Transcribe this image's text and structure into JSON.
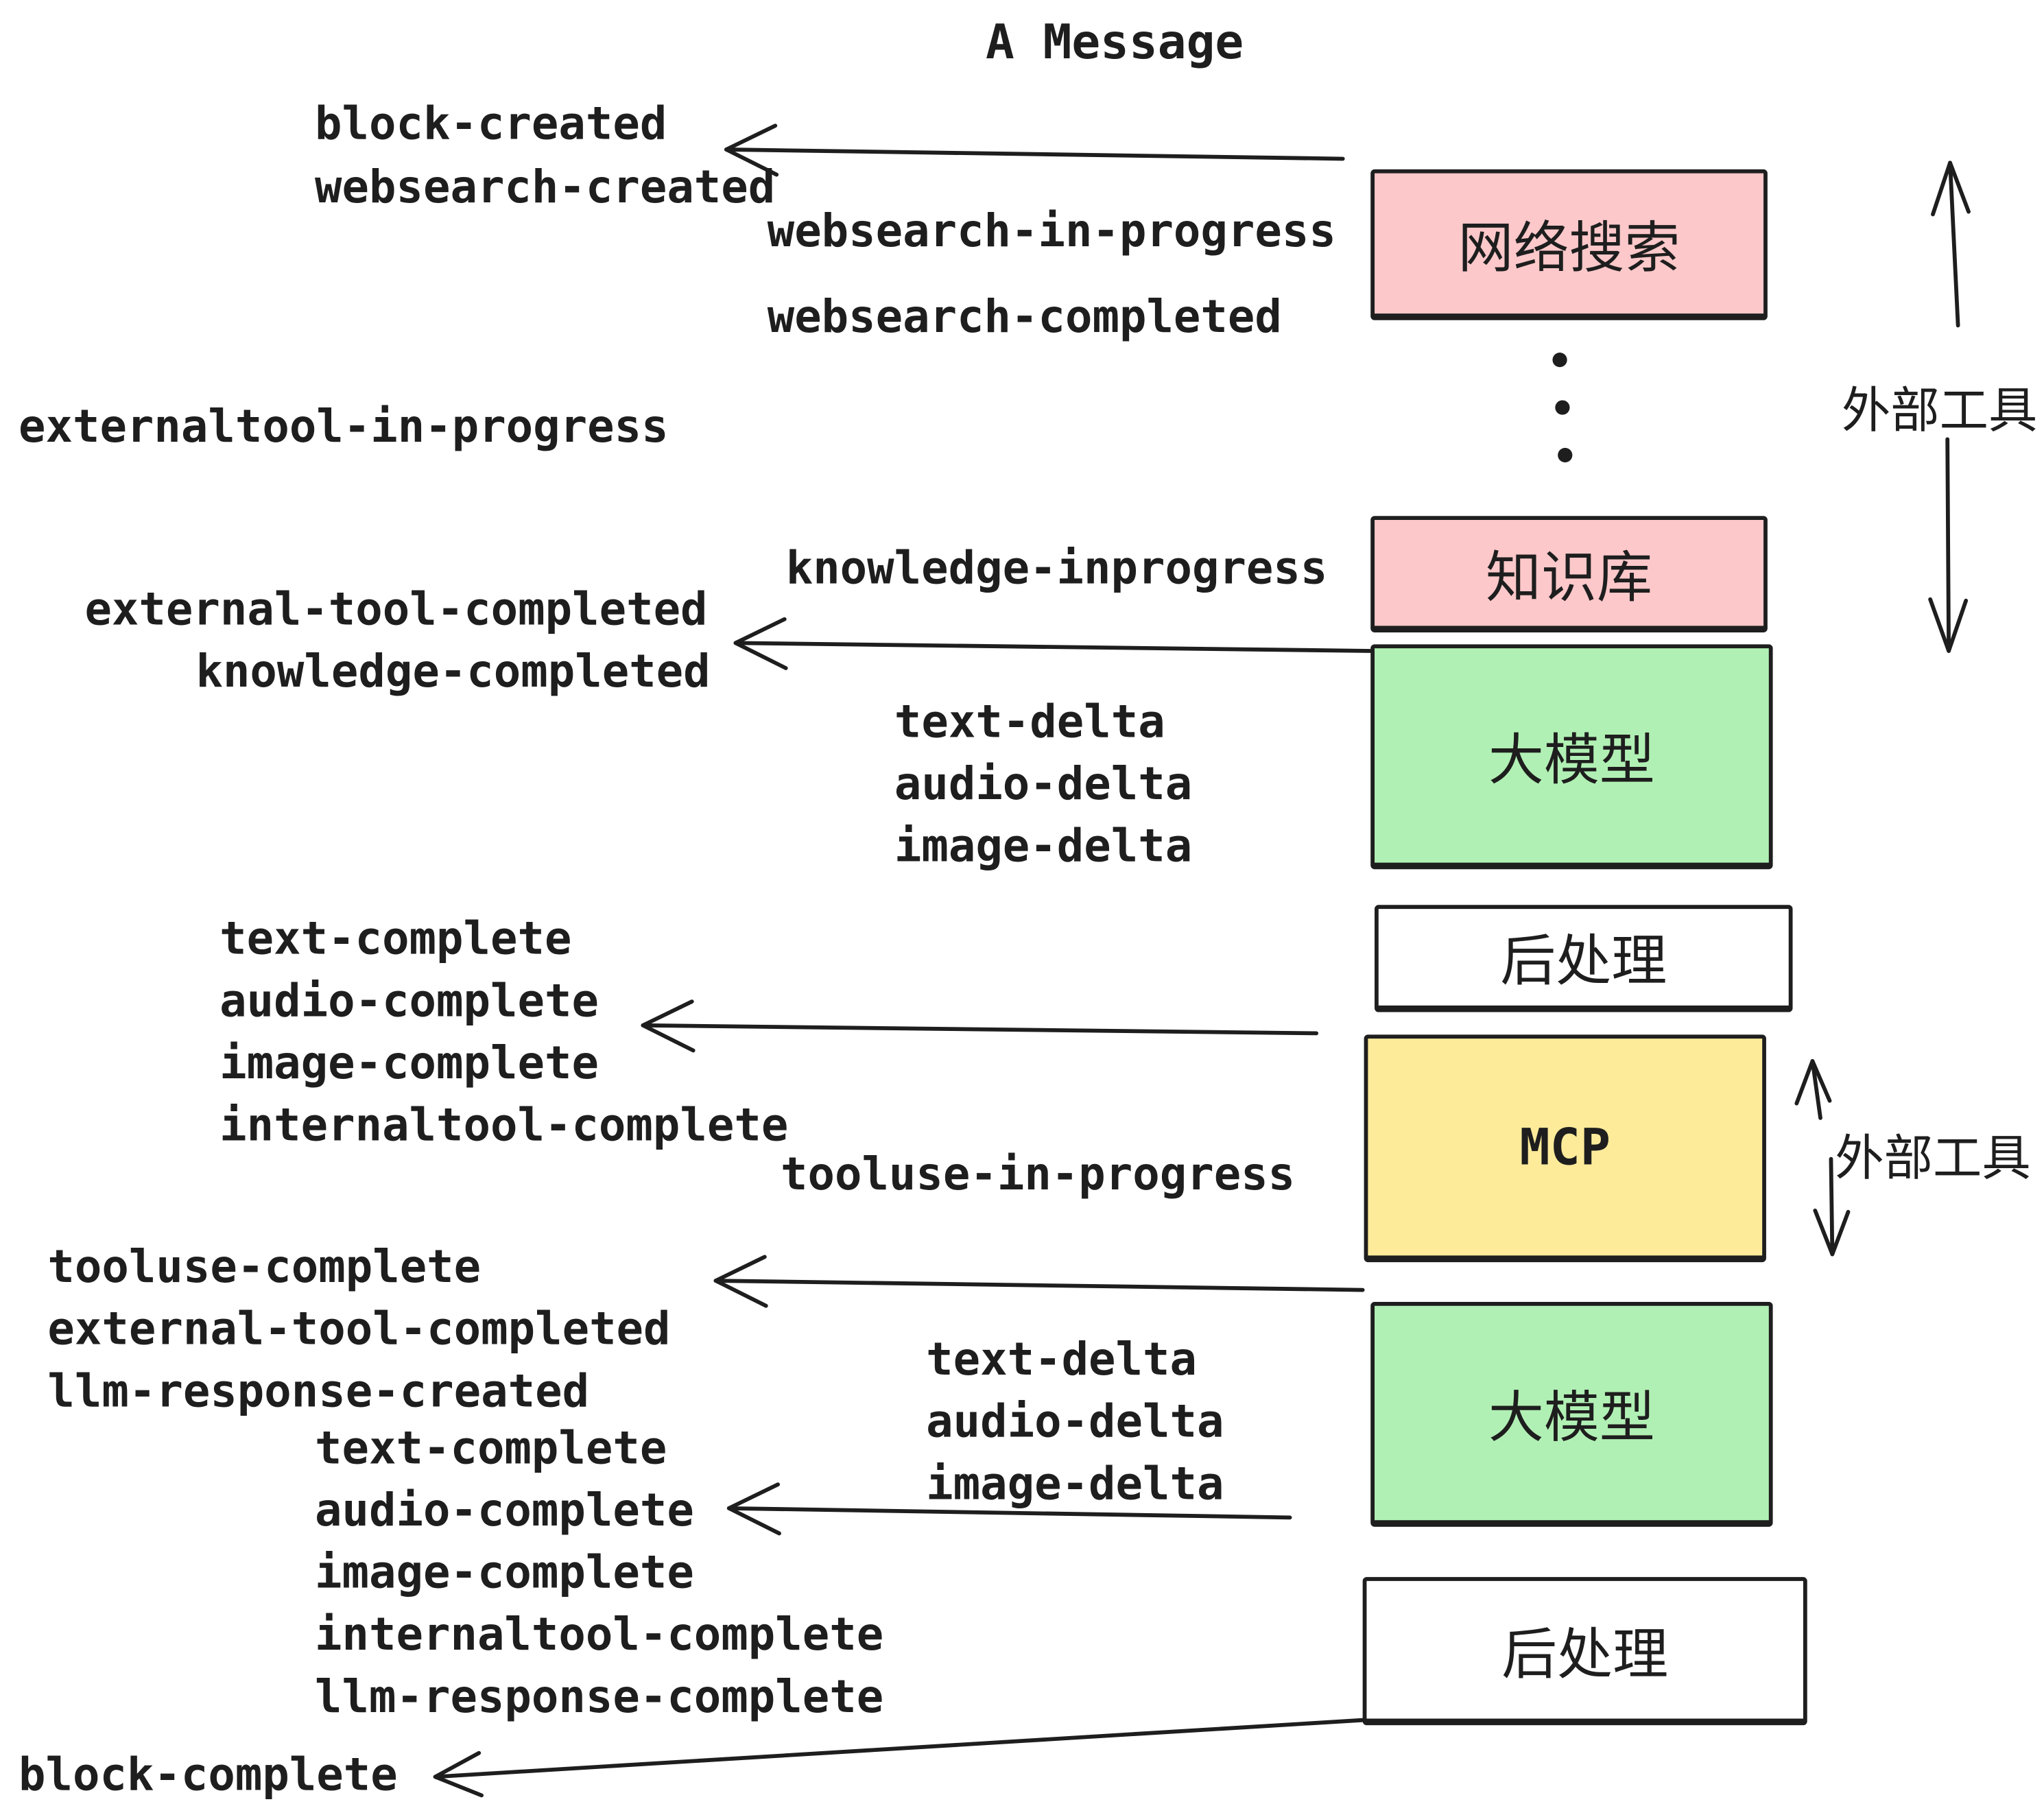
{
  "title": "A Message",
  "events": {
    "block_created": "block-created",
    "websearch_created": "websearch-created",
    "websearch_in_progress": "websearch-in-progress",
    "websearch_completed": "websearch-completed",
    "externaltool_in_progress": "externaltool-in-progress",
    "knowledge_inprogress": "knowledge-inprogress",
    "external_tool_completed": "external-tool-completed",
    "knowledge_completed": "knowledge-completed",
    "text_delta": "text-delta",
    "audio_delta": "audio-delta",
    "image_delta": "image-delta",
    "text_complete": "text-complete",
    "audio_complete": "audio-complete",
    "image_complete": "image-complete",
    "internaltool_complete": "internaltool-complete",
    "tooluse_in_progress": "tooluse-in-progress",
    "tooluse_complete": "tooluse-complete",
    "llm_response_created": "llm-response-created",
    "llm_response_complete": "llm-response-complete",
    "block_complete": "block-complete"
  },
  "boxes": [
    {
      "id": "websearch",
      "label": "网络搜索",
      "fill": "#fcc8ca"
    },
    {
      "id": "knowledge",
      "label": "知识库",
      "fill": "#fcc8ca"
    },
    {
      "id": "llm-1",
      "label": "大模型",
      "fill": "#b1f0b4"
    },
    {
      "id": "postprocess-1",
      "label": "后处理",
      "fill": "#ffffff"
    },
    {
      "id": "mcp",
      "label": "MCP",
      "fill": "#fdeb9a"
    },
    {
      "id": "llm-2",
      "label": "大模型",
      "fill": "#b1f0b4"
    },
    {
      "id": "postprocess-2",
      "label": "后处理",
      "fill": "#ffffff"
    }
  ],
  "side_labels": {
    "external_tools": "外部工具"
  },
  "colors": {
    "pink": "#fcc8ca",
    "green": "#b1f0b4",
    "yellow": "#fdeb9a",
    "ink": "#1e1e1e",
    "background": "#ffffff"
  }
}
